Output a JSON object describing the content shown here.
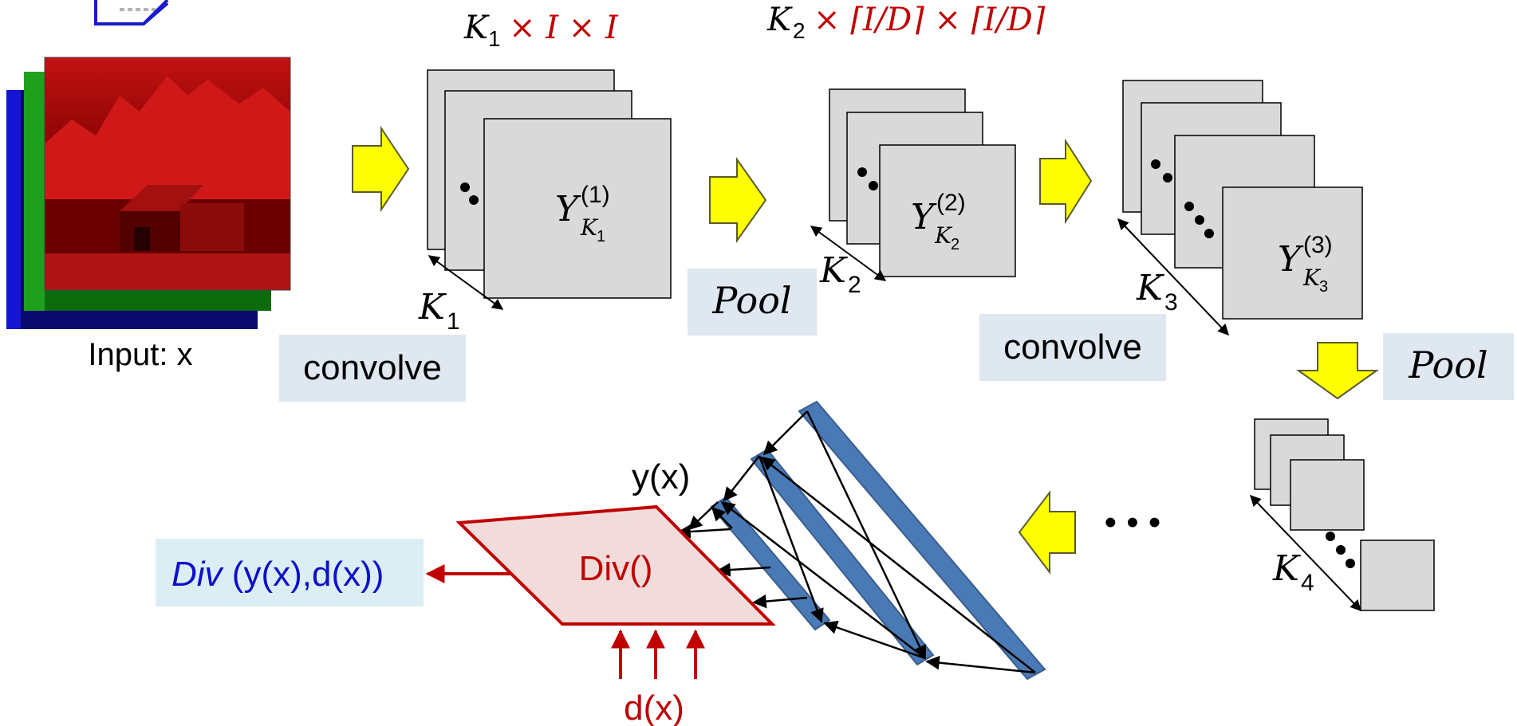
{
  "input_label": "Input: x",
  "ops": {
    "convolve_1": "convolve",
    "pool_1": "Pool",
    "convolve_2": "convolve",
    "pool_2": "Pool"
  },
  "dims": {
    "k1": "K",
    "k1_sub": "1",
    "dim1_rest": "× I × I",
    "k2": "K",
    "k2_sub": "2",
    "dim2_rest": "× ⌈I/D⌉ × ⌈I/D⌉"
  },
  "maps": {
    "y": "Y",
    "y1_sup": "(1)",
    "y1_sub": "K",
    "y1_subsub": "1",
    "y2_sup": "(2)",
    "y2_sub": "K",
    "y2_subsub": "2",
    "y3_sup": "(3)",
    "y3_sub": "K",
    "y3_subsub": "3"
  },
  "k_labels": {
    "k": "K",
    "k1_sub": "1",
    "k2_sub": "2",
    "k3_sub": "3",
    "k4_sub": "4"
  },
  "output": {
    "y_label": "y(x)",
    "div_box": "Div()",
    "d_label": "d(x)",
    "div_result_italic": "Div",
    "div_result_rest": " (y(x),d(x))"
  },
  "ellipsis": "• • •",
  "colors": {
    "arrow_yellow": "#ffff00",
    "arrow_yellow_stroke": "#5a5a32",
    "label_box": "#dfe7f0",
    "div_result_box": "#dbeef4",
    "map_fill": "#d9d9d9",
    "div_fill": "#f2dcdb",
    "accent_red": "#c00000",
    "div_text_blue": "#0d10c9",
    "fc_blue": "#4a7ab5"
  }
}
